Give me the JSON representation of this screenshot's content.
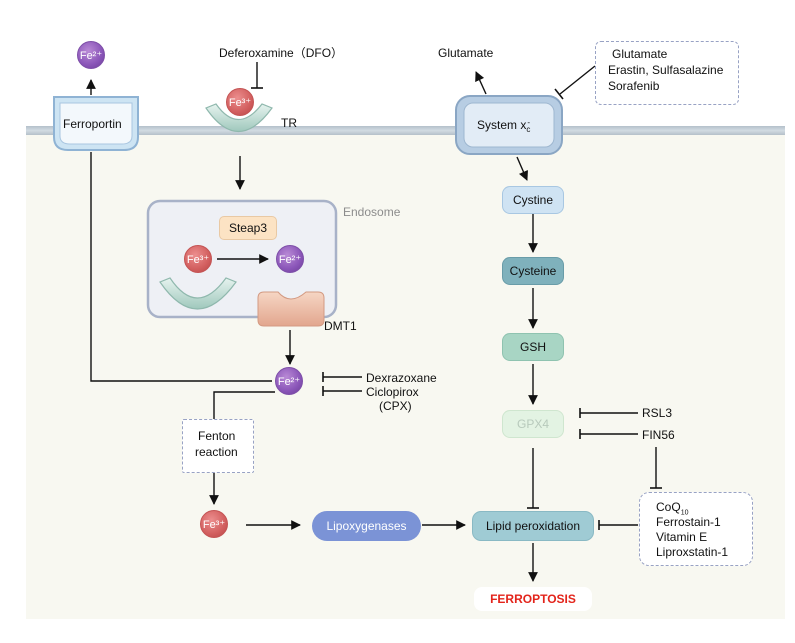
{
  "ions": {
    "fe2_top": "Fe²⁺",
    "fe3_tr": "Fe³⁺",
    "fe3_endo": "Fe³⁺",
    "fe2_endo": "Fe²⁺",
    "fe2_pool": "Fe²⁺",
    "fe3_fenton": "Fe³⁺"
  },
  "labels": {
    "ferroportin": "Ferroportin",
    "deferoxamine": "Deferoxamine（DFO）",
    "tr": "TR",
    "glutamate_out": "Glutamate",
    "system_xc": "System x",
    "system_xc_sup": "c",
    "system_xc_sub": "-",
    "inhibitors_xc": [
      "Glutamate",
      "Erastin, Sulfasalazine",
      "Sorafenib"
    ],
    "endosome": "Endosome",
    "steap3": "Steap3",
    "dmt1": "DMT1",
    "iron_chelators": [
      "Dexrazoxane",
      "Ciclopirox",
      "(CPX)"
    ],
    "fenton": [
      "Fenton",
      "reaction"
    ],
    "cystine": "Cystine",
    "cysteine": "Cysteine",
    "gsh": "GSH",
    "gpx4": "GPX4",
    "rsl3": "RSL3",
    "fin56": "FIN56",
    "lipoxygenases": "Lipoxygenases",
    "lipid_peroxidation": "Lipid peroxidation",
    "antioxidants": [
      "CoQ",
      "Ferrostain-1",
      "Vitamin E",
      "Liproxstatin-1"
    ],
    "coq_sub": "10",
    "ferroptosis": "FERROPTOSIS"
  },
  "colors": {
    "membrane": "#c3ced6",
    "cytoplasm": "#f8f8f1",
    "fe2": "#8a55b8",
    "fe3": "#d25f5f",
    "endosome_fill": "#eef0f5",
    "endosome_border": "#a8b2c8",
    "steap3": "#fce3c4",
    "cystine": "#cfe3f3",
    "cysteine": "#7fb1bc",
    "gsh": "#a8d5c4",
    "gpx4": "#e3f3e3",
    "lipoxygenases": "#7b93d6",
    "lipid_peroxidation": "#9fcbd4",
    "ferroptosis": "#e3241b",
    "up_arrow": "#e3241b"
  }
}
